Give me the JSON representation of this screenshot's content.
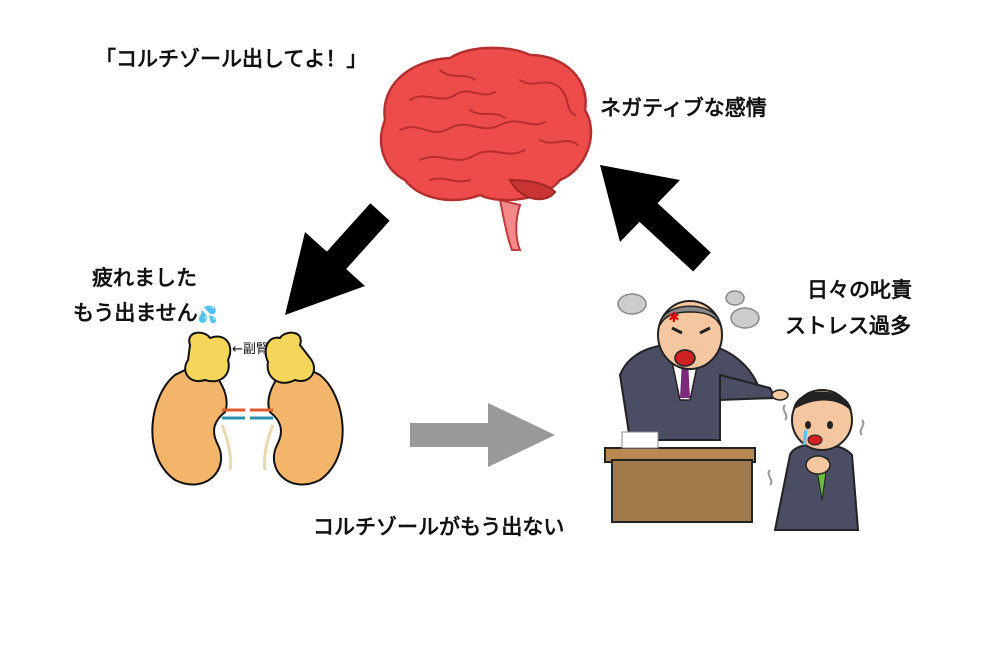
{
  "texts": {
    "quote": "「コルチゾール出してよ！」",
    "negative": "ネガティブな感情",
    "tired_line1": "疲れました",
    "tired_line2": "もう出ません",
    "tired_emoji": "💦",
    "adrenal_label": "←副腎→",
    "daily_line1": "日々の叱責",
    "daily_line2": "ストレス過多",
    "no_cortisol": "コルチゾールがもう出ない"
  },
  "colors": {
    "brain": "#ee4b4b",
    "kidney": "#f3b56a",
    "adrenal": "#f5d55a",
    "arrow_black": "#000000",
    "arrow_gray": "#999999",
    "desk": "#a07a4a",
    "suit": "#4a4d63"
  },
  "icons": [
    "brain-icon",
    "kidney-icon",
    "boss-scolding-icon",
    "employee-crying-icon"
  ]
}
